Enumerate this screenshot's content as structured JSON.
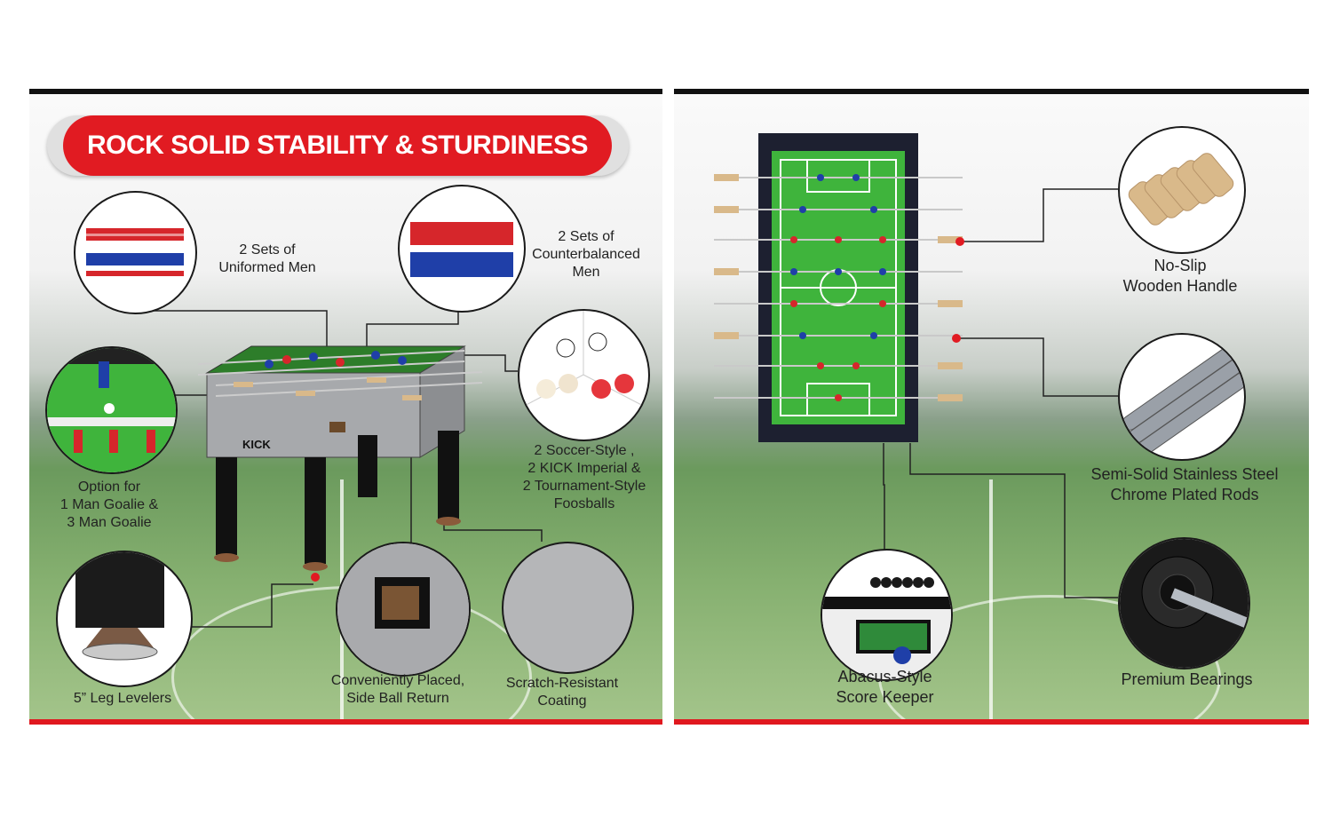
{
  "left_panel": {
    "banner_title": "ROCK SOLID STABILITY & STURDINESS",
    "table_logo": "KICK",
    "callouts": [
      "2 Sets of\nUniformed Men",
      "2 Sets of\nCounterbalanced\nMen",
      "Option for\n1 Man Goalie &\n3 Man Goalie",
      "2 Soccer-Style ,\n2 KICK Imperial &\n2 Tournament-Style\nFoosballs",
      "5” Leg Levelers",
      "Conveniently Placed,\nSide Ball Return",
      "Scratch-Resistant\nCoating"
    ]
  },
  "right_panel": {
    "callouts": [
      "No-Slip\nWooden Handle",
      "Semi-Solid Stainless Steel\nChrome Plated Rods",
      "Abacus-Style\nScore Keeper",
      "Premium Bearings"
    ]
  },
  "colors": {
    "accent_red": "#e11b22",
    "frame_dark": "#111111",
    "pitch_green": "#3fb43c",
    "cabinet_grey": "#a7a9ac",
    "player_red": "#d6262b",
    "player_blue": "#1f3fa8",
    "handle_wood": "#d9b98a"
  },
  "icons": [
    "foosball-table-icon",
    "player-figures-icon",
    "ball-icon",
    "leg-leveler-icon",
    "ball-return-icon",
    "wooden-handle-icon",
    "steel-rod-icon",
    "score-keeper-icon",
    "bearing-icon"
  ]
}
